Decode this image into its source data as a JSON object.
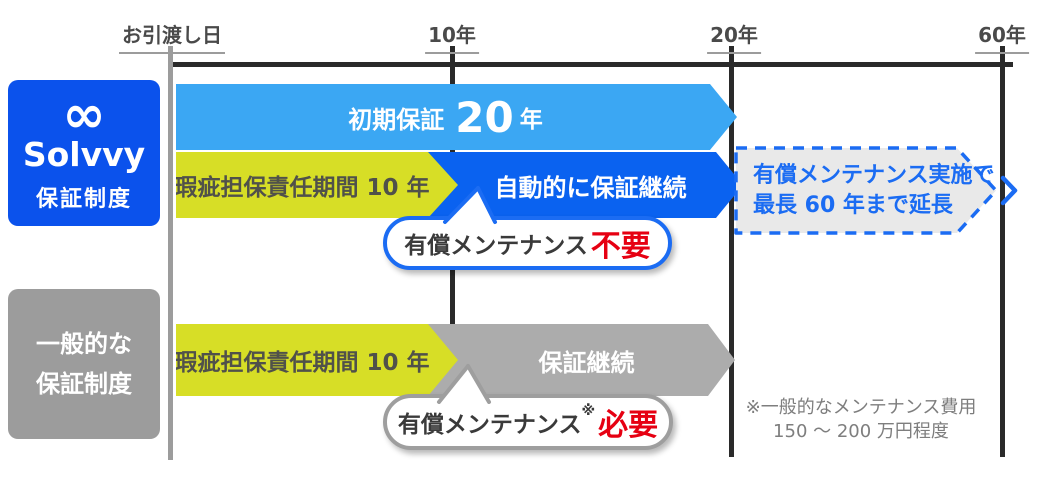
{
  "palette": {
    "brand_blue": "#0b52ec",
    "bar_light_blue": "#3ba7f3",
    "bar_blue": "#0a62f0",
    "accent_blue": "#1b6cf3",
    "yellow_green": "#d7de26",
    "gray_arrow": "#acacac",
    "gray_box": "#9c9c9c",
    "highlight_red": "#e60012",
    "line_dark": "#2a2a2a"
  },
  "timeline": {
    "labels": [
      "お引渡し日",
      "10年",
      "20年",
      "60年"
    ]
  },
  "solvvy": {
    "logo_glyph": "∞",
    "brand": "Solvvy",
    "subtitle": "保証制度",
    "initial_warranty": {
      "prefix": "初期保証",
      "value": "20",
      "unit": "年"
    },
    "defect_period": "瑕疵担保責任期間 10 年",
    "continuation": "自動的に保証継続",
    "bubble": {
      "text": "有償メンテナンス",
      "highlight": "不要"
    },
    "extension": {
      "line1": "有償メンテナンス実施で",
      "line2": "最長 60 年まで延長"
    }
  },
  "general": {
    "title_line1": "一般的な",
    "title_line2": "保証制度",
    "defect_period": "瑕疵担保責任期間 10 年",
    "continuation": "保証継続",
    "bubble": {
      "text": "有償メンテナンス",
      "note_mark": "※",
      "highlight": "必要"
    }
  },
  "footnote": {
    "line1": "※一般的なメンテナンス費用",
    "line2": "150 〜 200 万円程度"
  }
}
